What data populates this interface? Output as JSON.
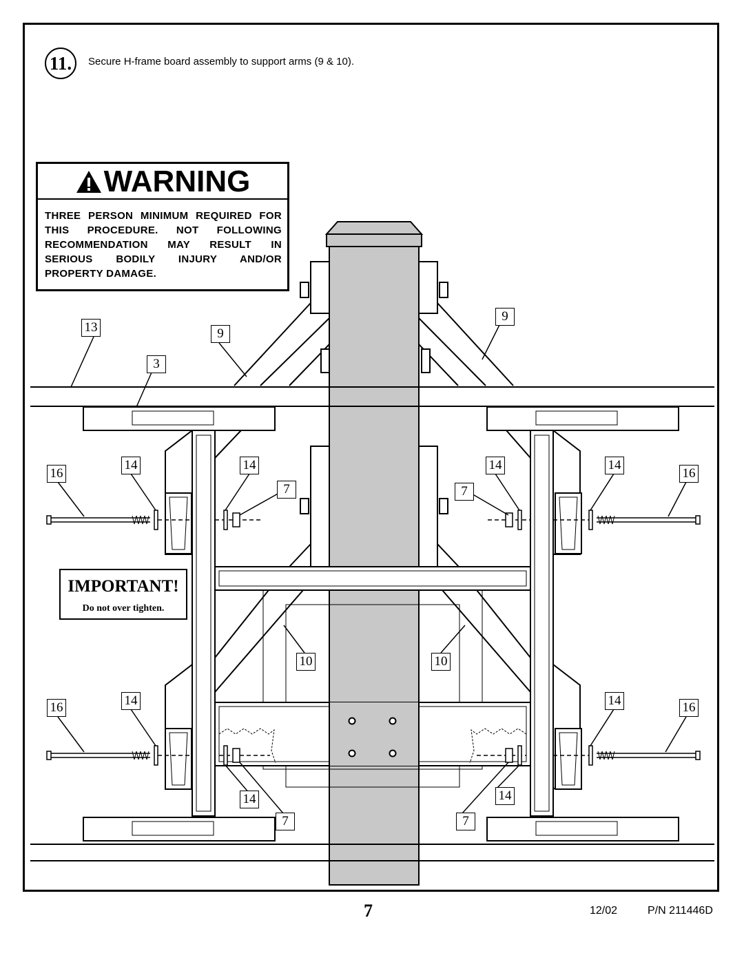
{
  "step": {
    "number": "11.",
    "text": "Secure H-frame board assembly to support arms (9 & 10)."
  },
  "warning": {
    "title": "WARNING",
    "icon": "warning-triangle-icon",
    "text": "THREE PERSON MINIMUM REQUIRED FOR THIS PROCEDURE. NOT FOLLOWING RECOMMENDATION MAY RESULT IN SERIOUS BODILY INJURY AND/OR PROPERTY DAMAGE."
  },
  "important": {
    "title": "IMPORTANT!",
    "text": "Do not over tighten."
  },
  "callouts": {
    "c13": "13",
    "c9_left": "9",
    "c9_right": "9",
    "c3": "3",
    "c16_ul": "16",
    "c14_ul_a": "14",
    "c14_ul_b": "14",
    "c7_ul": "7",
    "c14_ur_a": "14",
    "c7_ur": "7",
    "c14_ur_b": "14",
    "c16_ur": "16",
    "c10_left": "10",
    "c10_right": "10",
    "c16_ll": "16",
    "c14_ll": "14",
    "c14_ll_b": "14",
    "c7_ll": "7",
    "c14_lr": "14",
    "c16_lr": "16",
    "c14_lr_b": "14",
    "c7_lr": "7"
  },
  "footer": {
    "page": "7",
    "date": "12/02",
    "part_number": "P/N 211446D"
  },
  "colors": {
    "post": "#c8c8c8",
    "line": "#000000"
  }
}
